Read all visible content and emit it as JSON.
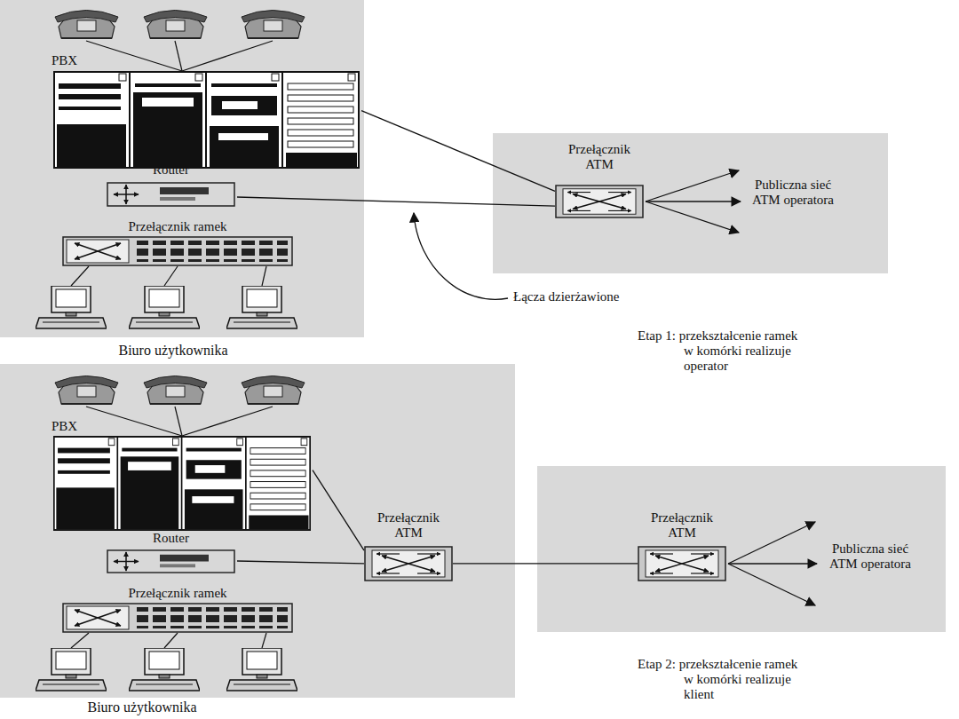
{
  "diagram": {
    "nodes": [
      {
        "text": [
          "Biuro użytkownika"
        ]
      },
      {
        "text": [
          "PBX"
        ],
        "in": 0
      },
      {
        "text": [
          "Router"
        ],
        "in": 0
      },
      {
        "text": [
          "Przełącznik ramek"
        ],
        "in": 0
      },
      {
        "text": [
          "Publiczna sieć ATM operatora"
        ]
      },
      {
        "text": [
          "Przełącznik ATM"
        ],
        "in": 4
      },
      {
        "text": [
          "Biuro użytkownika"
        ]
      },
      {
        "text": [
          "PBX"
        ],
        "in": 6
      },
      {
        "text": [
          "Router"
        ],
        "in": 6
      },
      {
        "text": [
          "Przełącznik ramek"
        ],
        "in": 6
      },
      {
        "text": [
          "Przełącznik ATM"
        ],
        "in": 6
      },
      {
        "text": [
          "Publiczna sieć ATM operatora"
        ]
      },
      {
        "text": [
          "Przełącznik ATM"
        ],
        "in": 11
      }
    ],
    "edges": [
      {
        "from": 1,
        "to": 5,
        "arrow": "none"
      },
      {
        "from": 2,
        "to": 5,
        "arrow": "none"
      },
      {
        "from": 7,
        "to": 10,
        "arrow": "none"
      },
      {
        "from": 8,
        "to": 10,
        "arrow": "none"
      },
      {
        "from": 10,
        "to": 12,
        "arrow": "none"
      }
    ],
    "labels": [
      "Łącza dzierżawione",
      "Etap 1: przekształcenie ramek w komórki realizuje operator",
      "Etap 2: przekształcenie ramek w komórki realizuje klient"
    ]
  }
}
